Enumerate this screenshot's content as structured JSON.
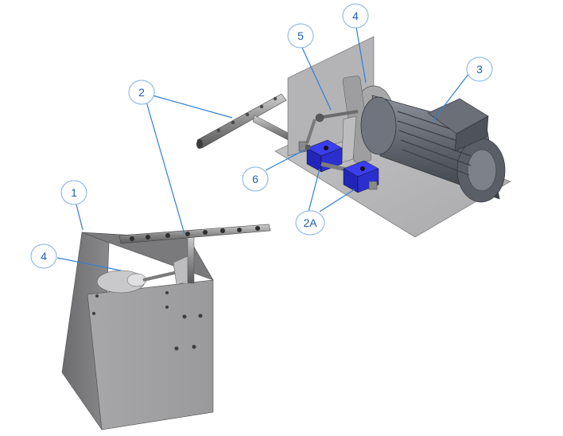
{
  "diagram": {
    "callouts": [
      {
        "id": "c1",
        "label": "1"
      },
      {
        "id": "c2",
        "label": "2"
      },
      {
        "id": "c2a",
        "label": "2A"
      },
      {
        "id": "c3",
        "label": "3"
      },
      {
        "id": "c4a",
        "label": "4"
      },
      {
        "id": "c4b",
        "label": "4"
      },
      {
        "id": "c5",
        "label": "5"
      },
      {
        "id": "c6",
        "label": "6"
      }
    ],
    "colors": {
      "leader": "#2f7fd6",
      "bubble_border": "#7fb0e6",
      "label_text": "#1a5fb4",
      "bearing_blue": "#2b2fd0",
      "motor_gray": "#6e737c",
      "plate_gray": "#b9b9bb",
      "box_gray": "#8c8c8f"
    }
  }
}
